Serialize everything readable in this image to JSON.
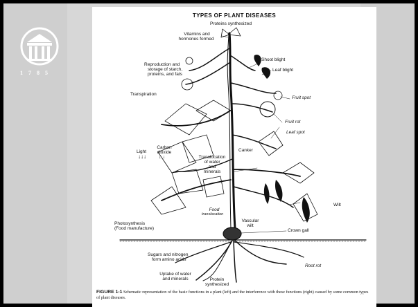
{
  "logo": {
    "year": "1 7 8 5"
  },
  "figure": {
    "title": "TYPES OF PLANT DISEASES",
    "left_labels": {
      "proteins_top": "Proteins synthesized",
      "vitamins_1": "Vitamins and",
      "vitamins_2": "hormones formed",
      "repro_1": "Reproduction and",
      "repro_2": "storage of starch,",
      "repro_3": "proteins, and fats",
      "transpiration": "Transpiration",
      "light": "Light",
      "carbon_1": "Carbon",
      "carbon_2": "dioxide",
      "transloc_1": "Translocation",
      "transloc_2": "of water",
      "transloc_3": "and",
      "transloc_4": "minerals",
      "photo_1": "Photosynthesis",
      "photo_2": "(Food manufacture)",
      "food_1": "Food",
      "food_2": "translocation",
      "sugars_1": "Sugars and nitrogen",
      "sugars_2": "form amino acids",
      "uptake_1": "Uptake of water",
      "uptake_2": "and minerals",
      "protein_b_1": "Protein",
      "protein_b_2": "synthesized"
    },
    "right_labels": {
      "shoot_blight": "Shoot blight",
      "leaf_blight": "Leaf blight",
      "fruit_spot": "Fruit spot",
      "fruit_rot": "Fruit rot",
      "leaf_spot": "Leaf spot",
      "canker": "Canker",
      "vascular_1": "Vascular",
      "vascular_2": "wilt",
      "wilt": "Wilt",
      "crown_gall": "Crown gall",
      "root_rot": "Root rot"
    },
    "caption_label": "FIGURE 1-1",
    "caption_text": " Schematic representation of the basic functions in a plant (left) and the interference with these functions (right) caused by some common types of plant diseases."
  }
}
